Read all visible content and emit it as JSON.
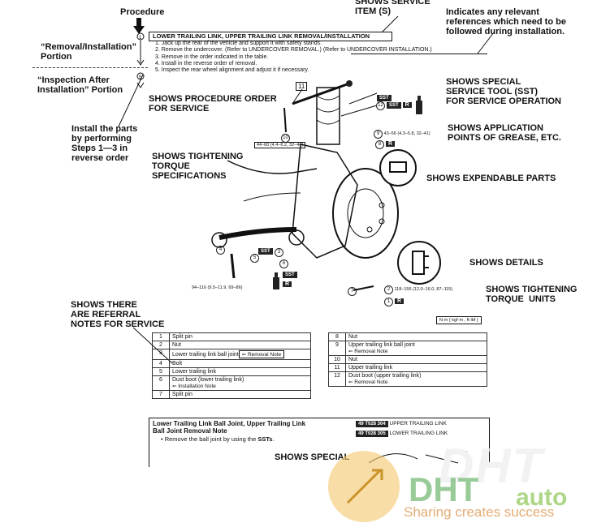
{
  "callouts": {
    "procedure": "Procedure",
    "removal_installation": "“Removal/Installation”\nPortion",
    "inspection_after": "“Inspection After\nInstallation” Portion",
    "install_parts": "Install the parts\nby performing\nSteps 1—3 in\nreverse order",
    "service_item": "SHOWS SERVICE\nITEM (S)",
    "referral_references": "Indicates any relevant\nreferences which need to be\nfollowed during installation.",
    "procedure_order": "SHOWS PROCEDURE ORDER\nFOR SERVICE",
    "special_tool": "SHOWS SPECIAL\nSERVICE TOOL (SST)\nFOR SERVICE OPERATION",
    "grease": "SHOWS APPLICATION\nPOINTS OF GREASE, ETC.",
    "torque_specs": "SHOWS TIGHTENING\nTORQUE\nSPECIFICATIONS",
    "expendable": "SHOWS EXPENDABLE PARTS",
    "details": "SHOWS DETAILS",
    "torque_units": "SHOWS TIGHTENING\nTORQUE  UNITS",
    "referral_notes": "SHOWS THERE\nARE REFERRAL\nNOTES FOR SERVICE",
    "special_bottom": "SHOWS SPECIAL"
  },
  "procedure": {
    "title": "LOWER TRAILING LINK, UPPER TRAILING LINK REMOVAL/INSTALLATION",
    "steps": [
      "1. Jack up the rear of the vehicle and support it with safety stands.",
      "2. Remove the undercover. (Refer to UNDERCOVER REMOVAL.)  (Refer to UNDERCOVER INSTALLATION.)",
      "3. Remove in the order indicated in the table.",
      "4. Install in the reverse order of removal.",
      "5. Inspect the rear wheel alignment and adjust it if necessary."
    ]
  },
  "diagram": {
    "torque_1": "44–60 (4.4–6.2, 32–44)",
    "torque_2": "43–56 (4.3–5.8, 32–41)",
    "torque_3": "94–116 (9.5–11.9, 69–86)",
    "torque_4": "118–156 (12.0–16.0, 87–115)",
    "units": "N·m { kgf·m , ft·lbf }",
    "sst": "SST",
    "r": "R",
    "n11": "11",
    "n12": "12",
    "n10": "10",
    "n9": "9",
    "n8": "8",
    "n7": "7",
    "n6": "6",
    "n5": "5",
    "n4": "4",
    "n3": "3",
    "n2": "2",
    "n1": "1"
  },
  "parts_left": [
    {
      "num": "1",
      "name": "Split pin",
      "note": ""
    },
    {
      "num": "2",
      "name": "Nut",
      "note": ""
    },
    {
      "num": "3",
      "name": "Lower trailing link ball joint",
      "note": "⇐ Removal Note"
    },
    {
      "num": "4",
      "name": "Bolt",
      "note": ""
    },
    {
      "num": "5",
      "name": "Lower trailing link",
      "note": ""
    },
    {
      "num": "6",
      "name": "Dust boot (lower trailing link)",
      "note": "⇐ Installation Note"
    },
    {
      "num": "7",
      "name": "Split pin",
      "note": ""
    }
  ],
  "parts_right": [
    {
      "num": "8",
      "name": "Nut",
      "note": ""
    },
    {
      "num": "9",
      "name": "Upper trailing link ball joint",
      "note": "⇐ Removal Note"
    },
    {
      "num": "10",
      "name": "Nut",
      "note": ""
    },
    {
      "num": "11",
      "name": "Upper trailing link",
      "note": ""
    },
    {
      "num": "12",
      "name": "Dust boot (upper trailing link)",
      "note": "⇐ Removal Note"
    }
  ],
  "removal_note": {
    "title": "Lower Trailing Link Ball Joint, Upper Trailing Link\nBall Joint Removal Note",
    "bullet_prefix": "• Remove the ball joint by using the ",
    "bullet_bold": "SSTs",
    "bullet_suffix": ".",
    "tool_1_code": "49 T028 304",
    "tool_1_label": "UPPER TRAILING LINK",
    "tool_2_code": "49 T028 305",
    "tool_2_label": "LOWER TRAILING LINK"
  },
  "watermark": {
    "logo_top": "DHT",
    "logo_main": "DHT",
    "logo_auto": "auto",
    "tagline": "Sharing creates success"
  }
}
